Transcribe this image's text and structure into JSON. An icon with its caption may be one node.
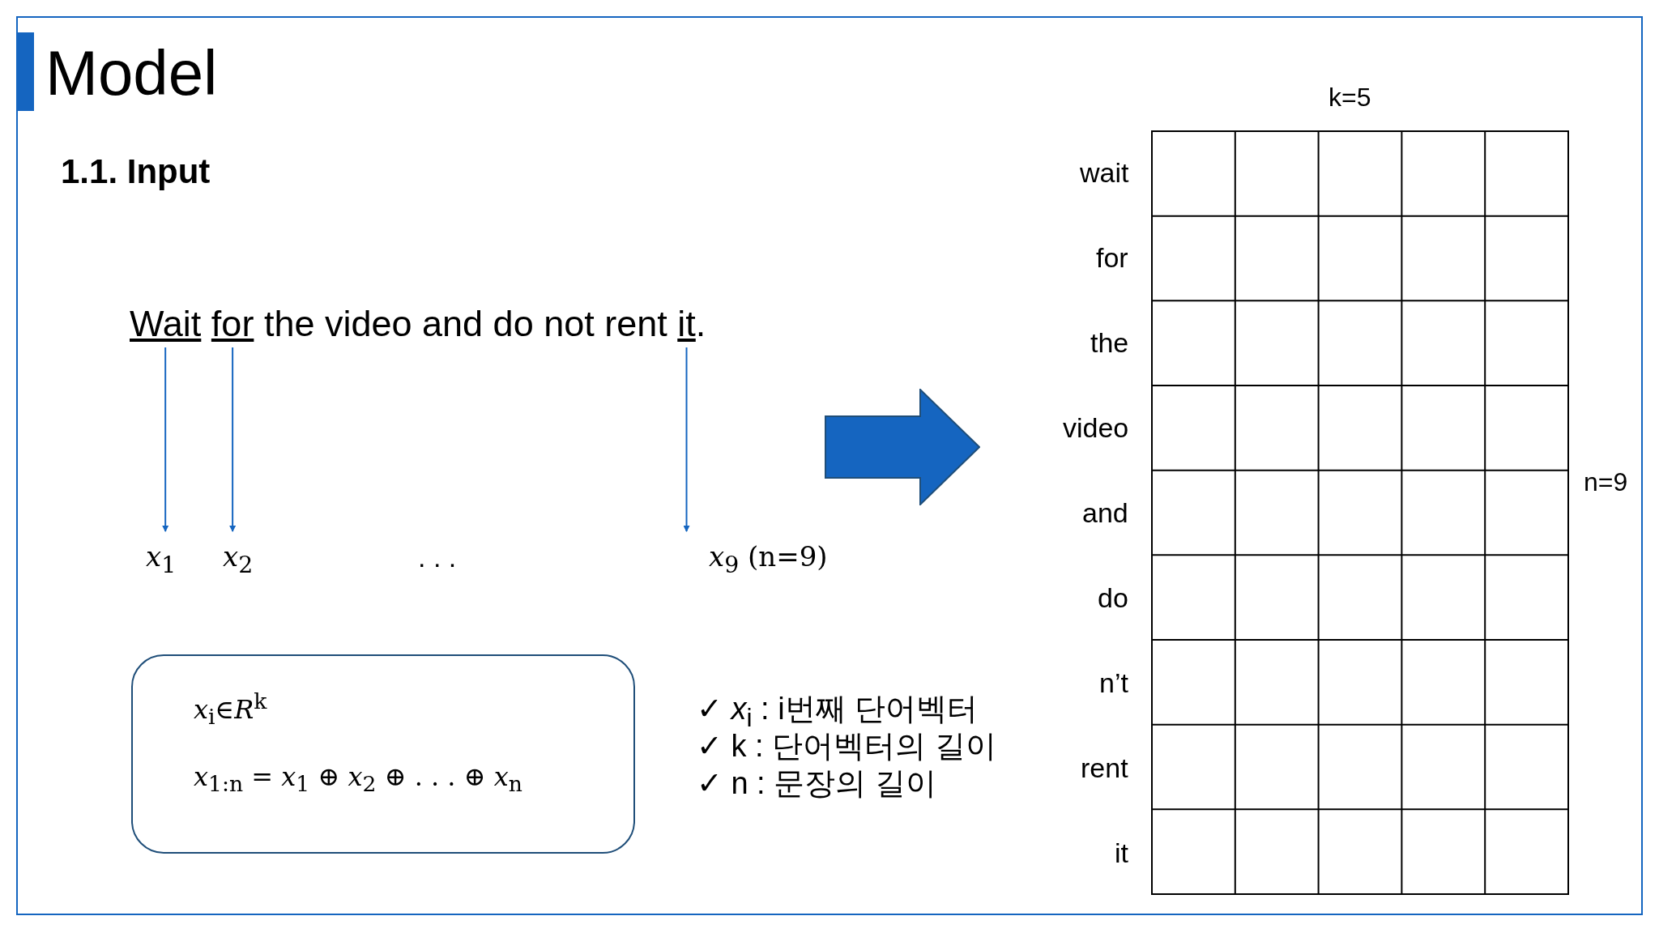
{
  "diagram": {
    "title": "Model",
    "nodes": [
      {
        "text": [
          "Wait for the video and do not rent it."
        ]
      },
      {
        "text": [
          "*x*$_{1}$"
        ]
      },
      {
        "text": [
          "*x*$_{2}$"
        ]
      },
      {
        "text": [
          "*x*$_{9}$ (n=9)"
        ]
      },
      {
        "text": [
          "*x*$_{i}$∈*R*$^{k}$",
          "*x*$_{1:n}$ = *x*$_{1}$ ⊕ *x*$_{2}$ ⊕ . . . ⊕ *x*$_{n}$"
        ]
      },
      {
        "text": [],
        "shape": "arrow"
      },
      {
        "text": [],
        "shape": "box",
        "beside": [
          "k=5",
          "wait",
          "for",
          "the",
          "video",
          "and",
          "do",
          "n’t",
          "rent",
          "it",
          "n=9"
        ]
      }
    ],
    "edges": [
      {
        "from": 0,
        "to": 1,
        "arrow": "to"
      },
      {
        "from": 0,
        "to": 2,
        "arrow": "to"
      },
      {
        "from": 0,
        "to": 3,
        "arrow": "to"
      }
    ],
    "labels": [
      "1.1. Input",
      ". . .",
      "✓ *x*$_{i}$ : i번째 단어벡터",
      "✓ k : 단어벡터의 길이",
      "✓ n : 문장의 길이"
    ]
  }
}
